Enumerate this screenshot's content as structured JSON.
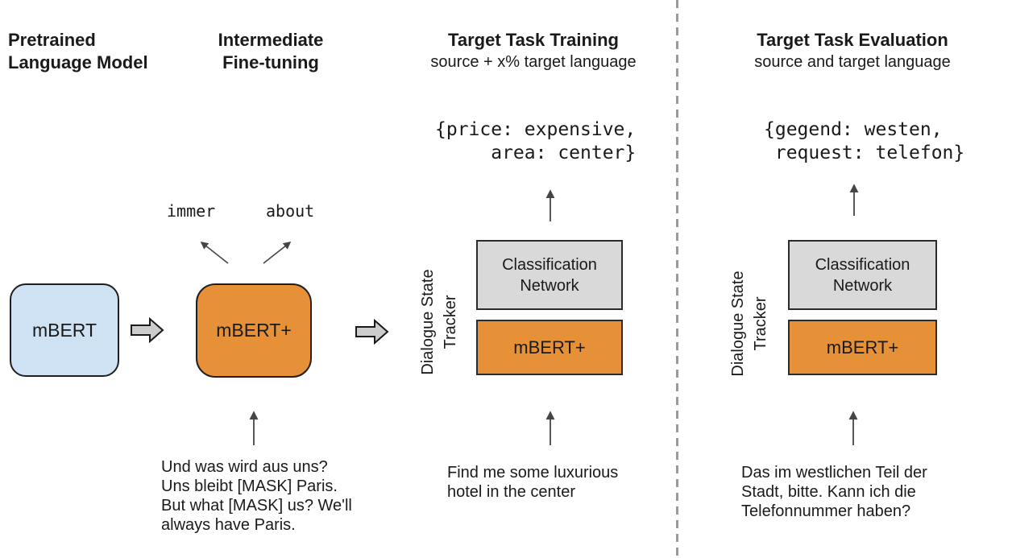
{
  "diagram": {
    "colors": {
      "pretrained_box": "#cfe2f3",
      "finetuned_box": "#e69138",
      "classifier_box": "#d9d9d9",
      "flow_arrow_fill": "#cccccc",
      "box_border": "#1f1f1f",
      "separator": "#9a9a9a"
    },
    "headers": {
      "col1_title": "Pretrained\nLanguage Model",
      "col2_title": "Intermediate\nFine-tuning",
      "col3_title": "Target Task Training",
      "col3_subtitle": "source + x% target language",
      "col4_title": "Target Task Evaluation",
      "col4_subtitle": "source and target language"
    },
    "pretrained": {
      "box_label": "mBERT"
    },
    "intermediate": {
      "box_label": "mBERT+",
      "predicted_tokens": [
        "immer",
        "about"
      ],
      "input_text": "Und was wird aus uns?\nUns bleibt [MASK] Paris.\nBut what [MASK] us? We'll\nalways have Paris."
    },
    "training": {
      "output_state": "{price: expensive,\n     area: center}",
      "tracker_label": "Dialogue State\nTracker",
      "classifier_label": "Classification\nNetwork",
      "encoder_label": "mBERT+",
      "input_text": "Find me some luxurious\nhotel in the center"
    },
    "evaluation": {
      "output_state": "{gegend: westen,\n request: telefon}",
      "tracker_label": "Dialogue State\nTracker",
      "classifier_label": "Classification\nNetwork",
      "encoder_label": "mBERT+",
      "input_text": "Das im westlichen Teil der\nStadt, bitte. Kann ich die\nTelefonnummer haben?"
    }
  }
}
